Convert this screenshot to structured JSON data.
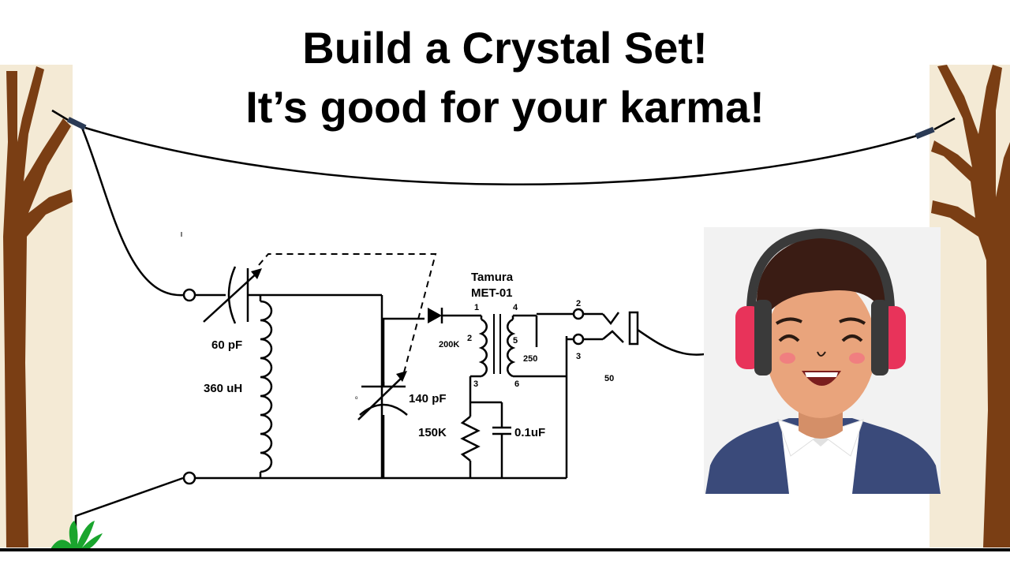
{
  "title": {
    "line1": "Build a Crystal Set!",
    "line2": "It’s good for your karma!"
  },
  "schematic": {
    "variable_capacitor_1": "60 pF",
    "coil": "360 uH",
    "variable_capacitor_2": "140 pF",
    "transformer_make": "Tamura",
    "transformer_model": "MET-01",
    "pin_1": "1",
    "pin_2": "2",
    "pin_3": "3",
    "pin_4": "4",
    "pin_5": "5",
    "pin_6": "6",
    "primary_impedance": "200K",
    "secondary_impedance": "250",
    "resistor": "150K",
    "capacitor": "0.1uF",
    "jack_pin_2": "2",
    "jack_pin_3": "3",
    "earphone_impedance": "50"
  },
  "colors": {
    "wire": "#000000",
    "tree_trunk": "#7a3e14",
    "tree_bg": "#f4ead5",
    "grass": "#1aa52e",
    "headphone_cup": "#e8335a",
    "jacket": "#3a4a7a",
    "hair": "#3a1c14",
    "skin": "#e9a47c"
  },
  "icons": [
    "left-tree-icon",
    "right-tree-icon",
    "ground-grass-icon",
    "listener-with-headphones-icon"
  ]
}
